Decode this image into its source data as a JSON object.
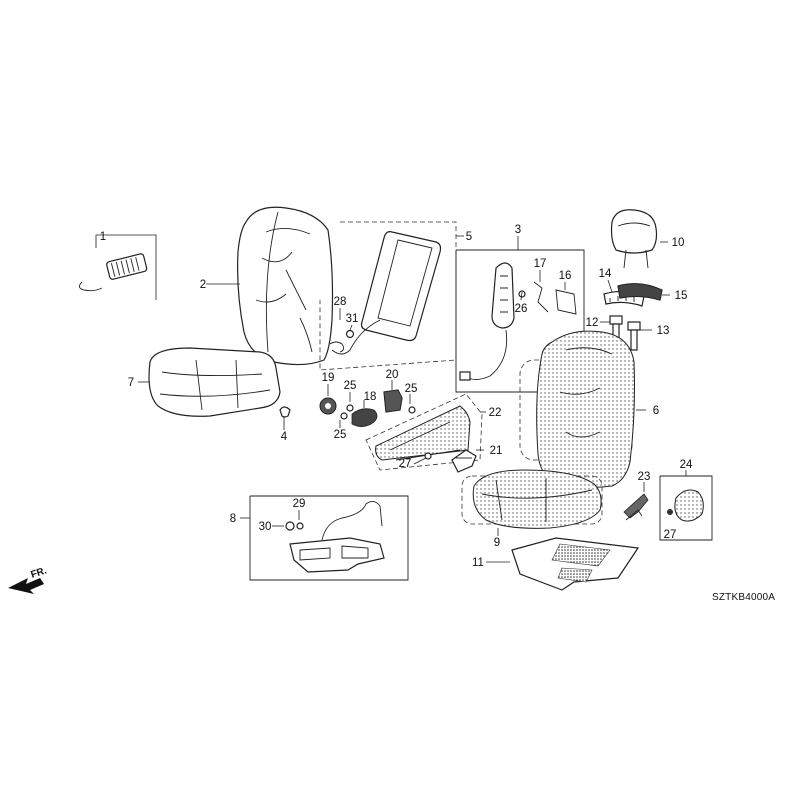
{
  "diagram": {
    "diagram_code": "SZTKB4000A",
    "direction_label": "FR.",
    "callouts": [
      "1",
      "2",
      "3",
      "4",
      "5",
      "6",
      "7",
      "8",
      "9",
      "10",
      "11",
      "12",
      "13",
      "14",
      "15",
      "16",
      "17",
      "18",
      "19",
      "20",
      "21",
      "22",
      "23",
      "24",
      "25",
      "26",
      "27",
      "28",
      "29",
      "30",
      "31"
    ]
  }
}
